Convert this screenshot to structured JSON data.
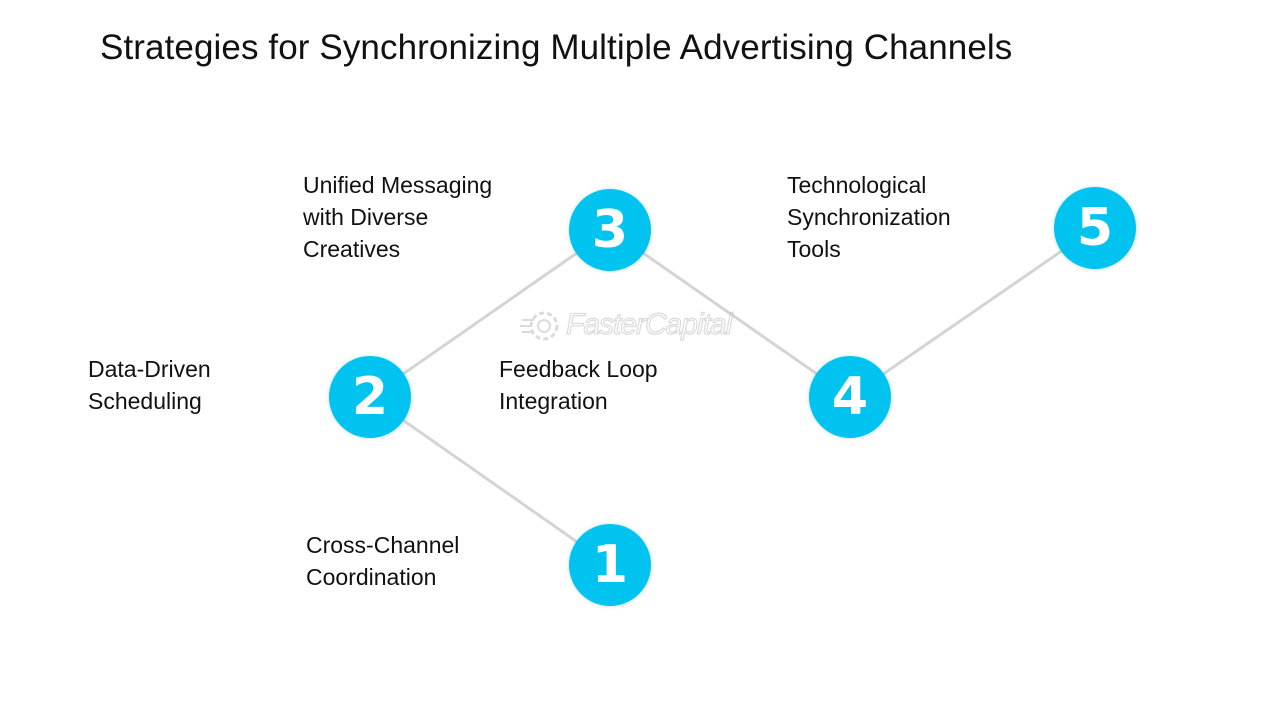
{
  "title": "Strategies for Synchronizing Multiple Advertising Channels",
  "colors": {
    "node_fill": "#00c3f0",
    "node_text": "#ffffff",
    "connector": "#d4d4d4",
    "text": "#111111"
  },
  "watermark": {
    "text": "FasterCapital",
    "icon": "gear-icon"
  },
  "steps": [
    {
      "number": "1",
      "lines": [
        "Cross-Channel",
        "Coordination"
      ]
    },
    {
      "number": "2",
      "lines": [
        "Data-Driven",
        "Scheduling"
      ]
    },
    {
      "number": "3",
      "lines": [
        "Unified Messaging",
        "with Diverse",
        "Creatives"
      ]
    },
    {
      "number": "4",
      "lines": [
        "Feedback Loop",
        "Integration"
      ]
    },
    {
      "number": "5",
      "lines": [
        "Technological",
        "Synchronization",
        "Tools"
      ]
    }
  ]
}
